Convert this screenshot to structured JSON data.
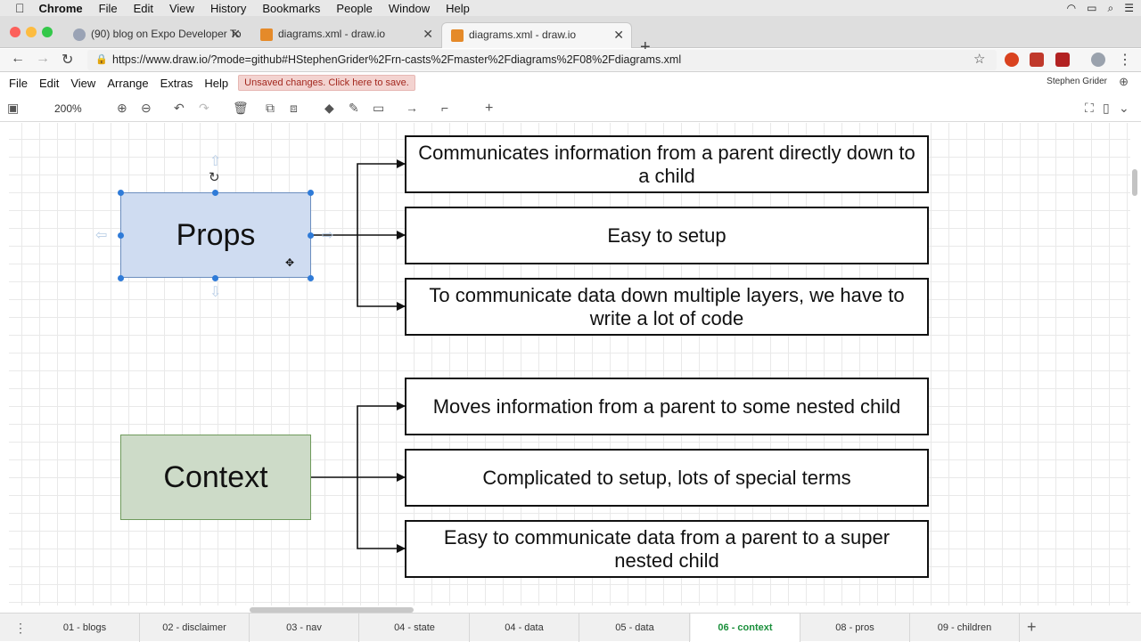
{
  "os_menu": {
    "app": "Chrome",
    "items": [
      "File",
      "Edit",
      "View",
      "History",
      "Bookmarks",
      "People",
      "Window",
      "Help"
    ]
  },
  "browser": {
    "tabs": [
      {
        "title": "(90) blog on Expo Developer To"
      },
      {
        "title": "diagrams.xml - draw.io"
      },
      {
        "title": "diagrams.xml - draw.io",
        "active": true
      }
    ],
    "url": "https://www.draw.io/?mode=github#HStephenGrider%2Frn-casts%2Fmaster%2Fdiagrams%2F08%2Fdiagrams.xml"
  },
  "app_menu": {
    "items": [
      "File",
      "Edit",
      "View",
      "Arrange",
      "Extras",
      "Help"
    ],
    "unsaved": "Unsaved changes. Click here to save.",
    "user": "Stephen Grider"
  },
  "toolbar": {
    "zoom": "200%"
  },
  "diagram": {
    "props_label": "Props",
    "context_label": "Context",
    "props_boxes": [
      "Communicates information from a parent directly down to a child",
      "Easy to setup",
      "To communicate data down multiple layers, we have to write a lot of code"
    ],
    "context_boxes": [
      "Moves information from a parent to some nested child",
      "Complicated to setup, lots of special terms",
      "Easy to communicate data from a parent to a super nested child"
    ]
  },
  "pages": [
    "01 - blogs",
    "02 - disclaimer",
    "03 - nav",
    "04 - state",
    "04 - data",
    "05 - data",
    "06 - context",
    "08 - pros",
    "09 - children"
  ],
  "active_page": "06 - context",
  "colors": {
    "props_fill": "#cfdcf1",
    "context_fill": "#cddbc8",
    "active_page": "#1a8f3b",
    "unsaved_bg": "#f3d3d0"
  }
}
